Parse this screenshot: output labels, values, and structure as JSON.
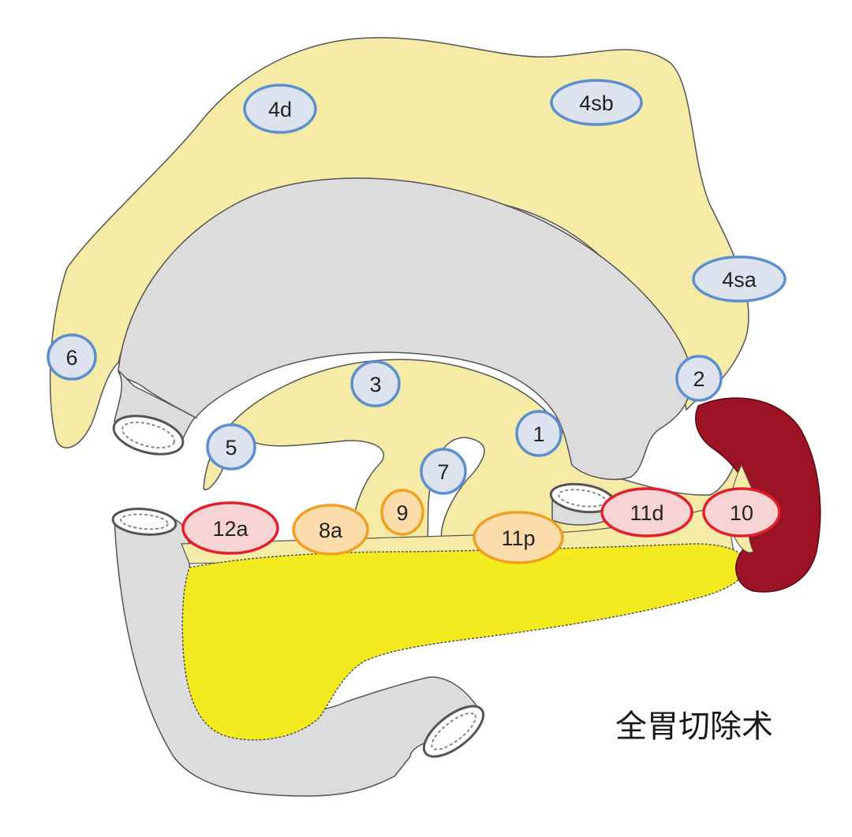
{
  "caption": "全胃切除术",
  "colors": {
    "omentum": "#f6eba6",
    "stomach": "#dcdcdc",
    "pancreas": "#f3ea1f",
    "spleen": "#9b1324",
    "outline": "#555555",
    "group1_ring": "#5b8fd0",
    "group1_fill": "#dde3ee",
    "group2_ring": "#f0a020",
    "group2_fill": "#fbdcaa",
    "group3_ring": "#e0202c",
    "group3_fill": "#f7d3d4"
  },
  "nodes": [
    {
      "label": "4d",
      "group": 1
    },
    {
      "label": "4sb",
      "group": 1
    },
    {
      "label": "4sa",
      "group": 1
    },
    {
      "label": "6",
      "group": 1
    },
    {
      "label": "3",
      "group": 1
    },
    {
      "label": "2",
      "group": 1
    },
    {
      "label": "1",
      "group": 1
    },
    {
      "label": "5",
      "group": 1
    },
    {
      "label": "7",
      "group": 1
    },
    {
      "label": "9",
      "group": 2
    },
    {
      "label": "12a",
      "group": 3
    },
    {
      "label": "8a",
      "group": 2
    },
    {
      "label": "11p",
      "group": 2
    },
    {
      "label": "11d",
      "group": 3
    },
    {
      "label": "10",
      "group": 3
    }
  ]
}
